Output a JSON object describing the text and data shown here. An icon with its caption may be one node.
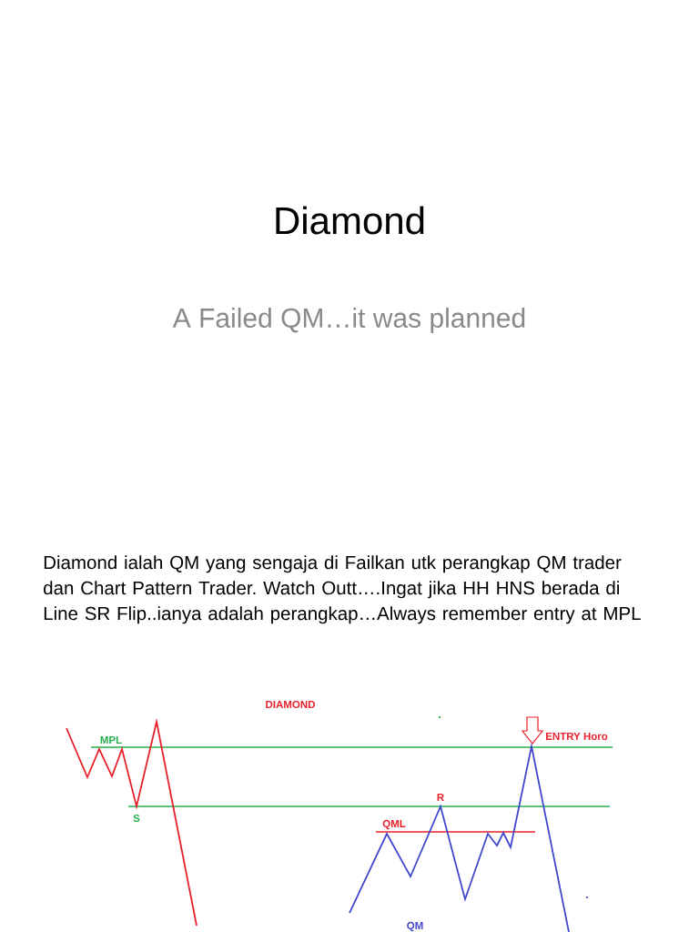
{
  "diagram": {
    "title": "Diamond",
    "labels": [
      "A Failed QM…it was planned",
      "Diamond ialah QM yang sengaja di Failkan utk perangkap QM trader dan Chart Pattern Trader. Watch Outt….Ingat jika HH HNS berada di Line SR Flip..ianya adalah perangkap…Always remember entry at MPL",
      "DIAMOND",
      "MPL",
      "ENTRY Horo",
      "R",
      "S",
      "QML",
      "QM"
    ]
  }
}
